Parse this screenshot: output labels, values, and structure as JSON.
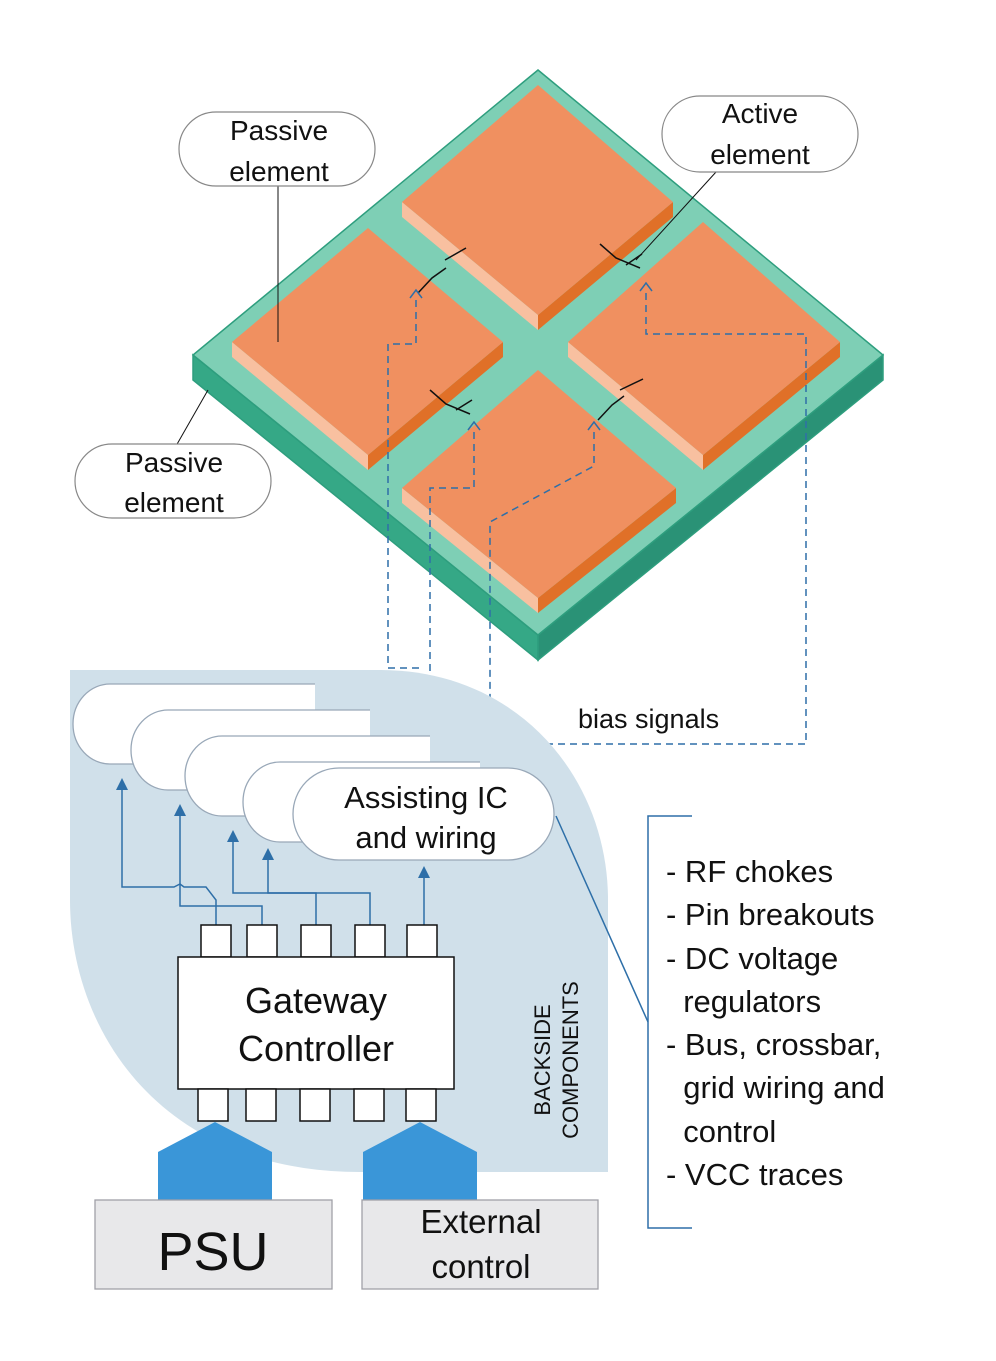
{
  "callouts": {
    "passive_top": [
      "Passive",
      "element"
    ],
    "passive_left": [
      "Passive",
      "element"
    ],
    "active": [
      "Active",
      "element"
    ]
  },
  "bias_label": "bias signals",
  "assisting_ic": [
    "Assisting IC",
    "and wiring"
  ],
  "gateway": [
    "Gateway",
    "Controller"
  ],
  "backside_label": [
    "BACKSIDE",
    "COMPONENTS"
  ],
  "psu": "PSU",
  "external_control": [
    "External",
    "control"
  ],
  "component_list": [
    [
      "- RF chokes"
    ],
    [
      "- Pin breakouts"
    ],
    [
      "- DC voltage",
      "  regulators"
    ],
    [
      "- Bus, crossbar,",
      "  grid wiring and",
      "  control"
    ],
    [
      "- VCC traces"
    ]
  ],
  "colors": {
    "board_top": "#7ecfb5",
    "board_edge": "#2e9e7e",
    "patch_top": "#f09060",
    "patch_side_light": "#f8c0a0",
    "patch_side_dark": "#e07028",
    "backside_region": "#d0e0ea",
    "wire": "#2e6fa8",
    "arrow_fill": "#3a96d8",
    "box_grey": "#e8e8ea"
  }
}
